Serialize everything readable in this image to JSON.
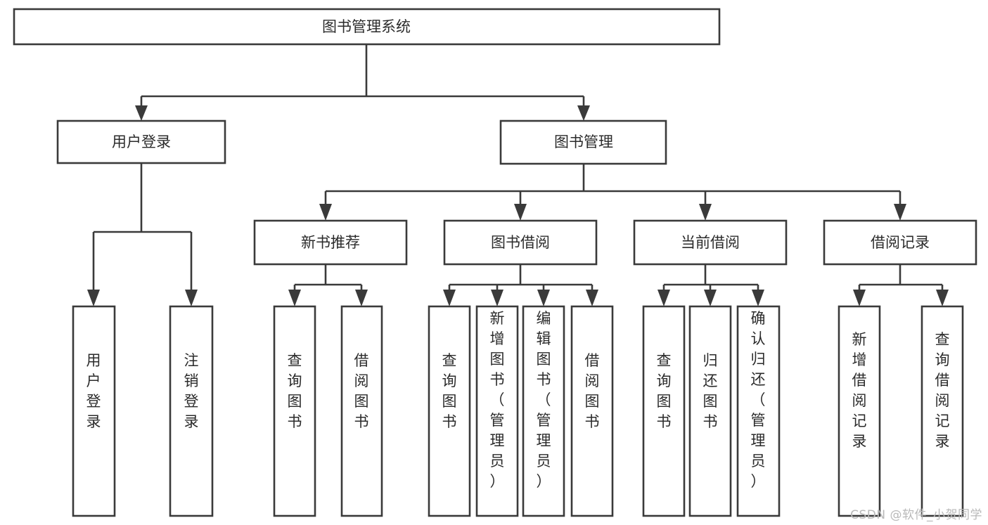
{
  "diagram": {
    "type": "tree",
    "title": "图书管理系统",
    "orientation": "top-down",
    "watermark": "CSDN @软件_小贺同学",
    "colors": {
      "box_stroke": "#3a3a3a",
      "box_fill": "#ffffff",
      "text": "#2b2b2b",
      "connector": "#3a3a3a",
      "background": "#ffffff",
      "watermark": "#b9b9b9"
    },
    "nodes": {
      "root": {
        "label": "图书管理系统",
        "level": 0,
        "orientation": "horizontal"
      },
      "user_login": {
        "label": "用户登录",
        "level": 1,
        "orientation": "horizontal"
      },
      "book_manage": {
        "label": "图书管理",
        "level": 1,
        "orientation": "horizontal"
      },
      "new_book_rec": {
        "label": "新书推荐",
        "level": 2,
        "orientation": "horizontal"
      },
      "book_borrow": {
        "label": "图书借阅",
        "level": 2,
        "orientation": "horizontal"
      },
      "current_borrow": {
        "label": "当前借阅",
        "level": 2,
        "orientation": "horizontal"
      },
      "borrow_record": {
        "label": "借阅记录",
        "level": 2,
        "orientation": "horizontal"
      },
      "leaf_user_login": {
        "label": "用户登录",
        "level": 3,
        "orientation": "vertical"
      },
      "leaf_logout": {
        "label": "注销登录",
        "level": 3,
        "orientation": "vertical"
      },
      "leaf_query_book_1": {
        "label": "查询图书",
        "level": 3,
        "orientation": "vertical"
      },
      "leaf_borrow_book_1": {
        "label": "借阅图书",
        "level": 3,
        "orientation": "vertical"
      },
      "leaf_query_book_2": {
        "label": "查询图书",
        "level": 3,
        "orientation": "vertical"
      },
      "leaf_add_book": {
        "label": "新增图书（管理员）",
        "level": 3,
        "orientation": "vertical"
      },
      "leaf_edit_book": {
        "label": "编辑图书（管理员）",
        "level": 3,
        "orientation": "vertical"
      },
      "leaf_borrow_book_2": {
        "label": "借阅图书",
        "level": 3,
        "orientation": "vertical"
      },
      "leaf_query_book_3": {
        "label": "查询图书",
        "level": 3,
        "orientation": "vertical"
      },
      "leaf_return_book": {
        "label": "归还图书",
        "level": 3,
        "orientation": "vertical"
      },
      "leaf_confirm_return": {
        "label": "确认归还（管理员）",
        "level": 3,
        "orientation": "vertical"
      },
      "leaf_add_record": {
        "label": "新增借阅记录",
        "level": 3,
        "orientation": "vertical"
      },
      "leaf_query_record": {
        "label": "查询借阅记录",
        "level": 3,
        "orientation": "vertical"
      }
    },
    "edges": [
      {
        "from": "root",
        "to": "user_login"
      },
      {
        "from": "root",
        "to": "book_manage"
      },
      {
        "from": "book_manage",
        "to": "new_book_rec"
      },
      {
        "from": "book_manage",
        "to": "book_borrow"
      },
      {
        "from": "book_manage",
        "to": "current_borrow"
      },
      {
        "from": "book_manage",
        "to": "borrow_record"
      },
      {
        "from": "user_login",
        "to": "leaf_user_login"
      },
      {
        "from": "user_login",
        "to": "leaf_logout"
      },
      {
        "from": "new_book_rec",
        "to": "leaf_query_book_1"
      },
      {
        "from": "new_book_rec",
        "to": "leaf_borrow_book_1"
      },
      {
        "from": "book_borrow",
        "to": "leaf_query_book_2"
      },
      {
        "from": "book_borrow",
        "to": "leaf_add_book"
      },
      {
        "from": "book_borrow",
        "to": "leaf_edit_book"
      },
      {
        "from": "book_borrow",
        "to": "leaf_borrow_book_2"
      },
      {
        "from": "current_borrow",
        "to": "leaf_query_book_3"
      },
      {
        "from": "current_borrow",
        "to": "leaf_return_book"
      },
      {
        "from": "current_borrow",
        "to": "leaf_confirm_return"
      },
      {
        "from": "borrow_record",
        "to": "leaf_add_record"
      },
      {
        "from": "borrow_record",
        "to": "leaf_query_record"
      }
    ]
  }
}
